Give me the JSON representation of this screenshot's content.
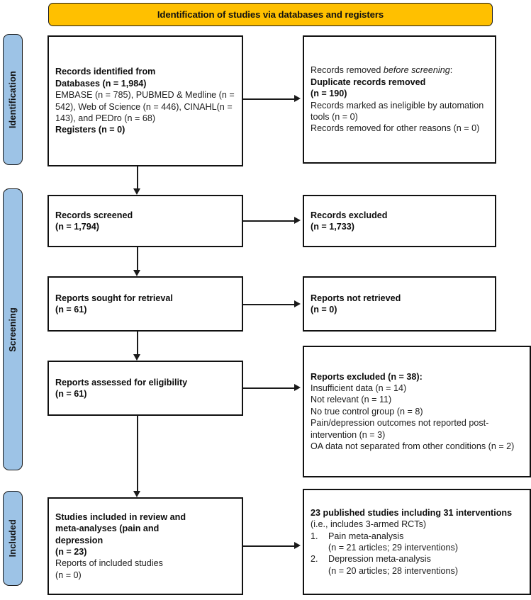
{
  "banner": {
    "title": "Identification of studies via databases and registers"
  },
  "stages": [
    {
      "id": "identification",
      "label": "Identification"
    },
    {
      "id": "screening",
      "label": "Screening"
    },
    {
      "id": "included",
      "label": "Included"
    }
  ],
  "boxes": {
    "records_identified": {
      "title_line1": "Records identified from",
      "title_line2": "Databases (n = 1,984)",
      "detail": "EMBASE (n = 785), PUBMED & Medline (n = 542), Web of Science (n = 446), CINAHL(n = 143), and PEDro (n = 68)",
      "registers": "Registers (n = 0)"
    },
    "records_removed": {
      "lead_normal": "Records removed ",
      "lead_italic": "before screening",
      "lead_colon": ":",
      "duplicate_bold_line1": "Duplicate records removed",
      "duplicate_bold_line2": "(n = 190)",
      "ineligible": "Records marked as ineligible by automation tools (n = 0)",
      "other": "Records removed for other reasons (n = 0)"
    },
    "records_screened": {
      "title": "Records screened",
      "count": "(n = 1,794)"
    },
    "records_excluded": {
      "title": "Records excluded",
      "count": "(n = 1,733)"
    },
    "reports_sought": {
      "title": "Reports sought for retrieval",
      "count": "(n = 61)"
    },
    "reports_not_retrieved": {
      "title": "Reports not retrieved",
      "count": "(n = 0)"
    },
    "reports_assessed": {
      "title": "Reports assessed for eligibility",
      "count": "(n = 61)"
    },
    "reports_excluded": {
      "title": "Reports excluded (n = 38):",
      "reason1": "Insufficient data (n = 14)",
      "reason2": "Not relevant (n = 11)",
      "reason3": "No true control group (n = 8)",
      "reason4": "Pain/depression outcomes not reported post-intervention (n = 3)",
      "reason5": "OA data not separated from other conditions (n = 2)"
    },
    "studies_included": {
      "title_line1": "Studies included in review and",
      "title_line2": "meta-analyses (pain and",
      "title_line3": "depression",
      "count": "(n = 23)",
      "reports_line": "Reports of included studies",
      "reports_count": "(n = 0)"
    },
    "published_studies": {
      "bold_line1": "23 published studies including 31",
      "bold_line2": "interventions",
      "normal_tail": " (i.e., includes 3-armed RCTs)",
      "items": [
        {
          "num": "1.",
          "label": "Pain meta-analysis",
          "detail": "(n = 21 articles; 29 interventions)"
        },
        {
          "num": "2.",
          "label": "Depression meta-analysis",
          "detail": "(n = 20 articles; 28 interventions)"
        }
      ]
    }
  },
  "colors": {
    "banner_fill": "#FFC000",
    "stage_fill": "#9DC3E6",
    "line": "#1a1a1a",
    "box_border": "#111111",
    "text": "#1c1c1c"
  }
}
